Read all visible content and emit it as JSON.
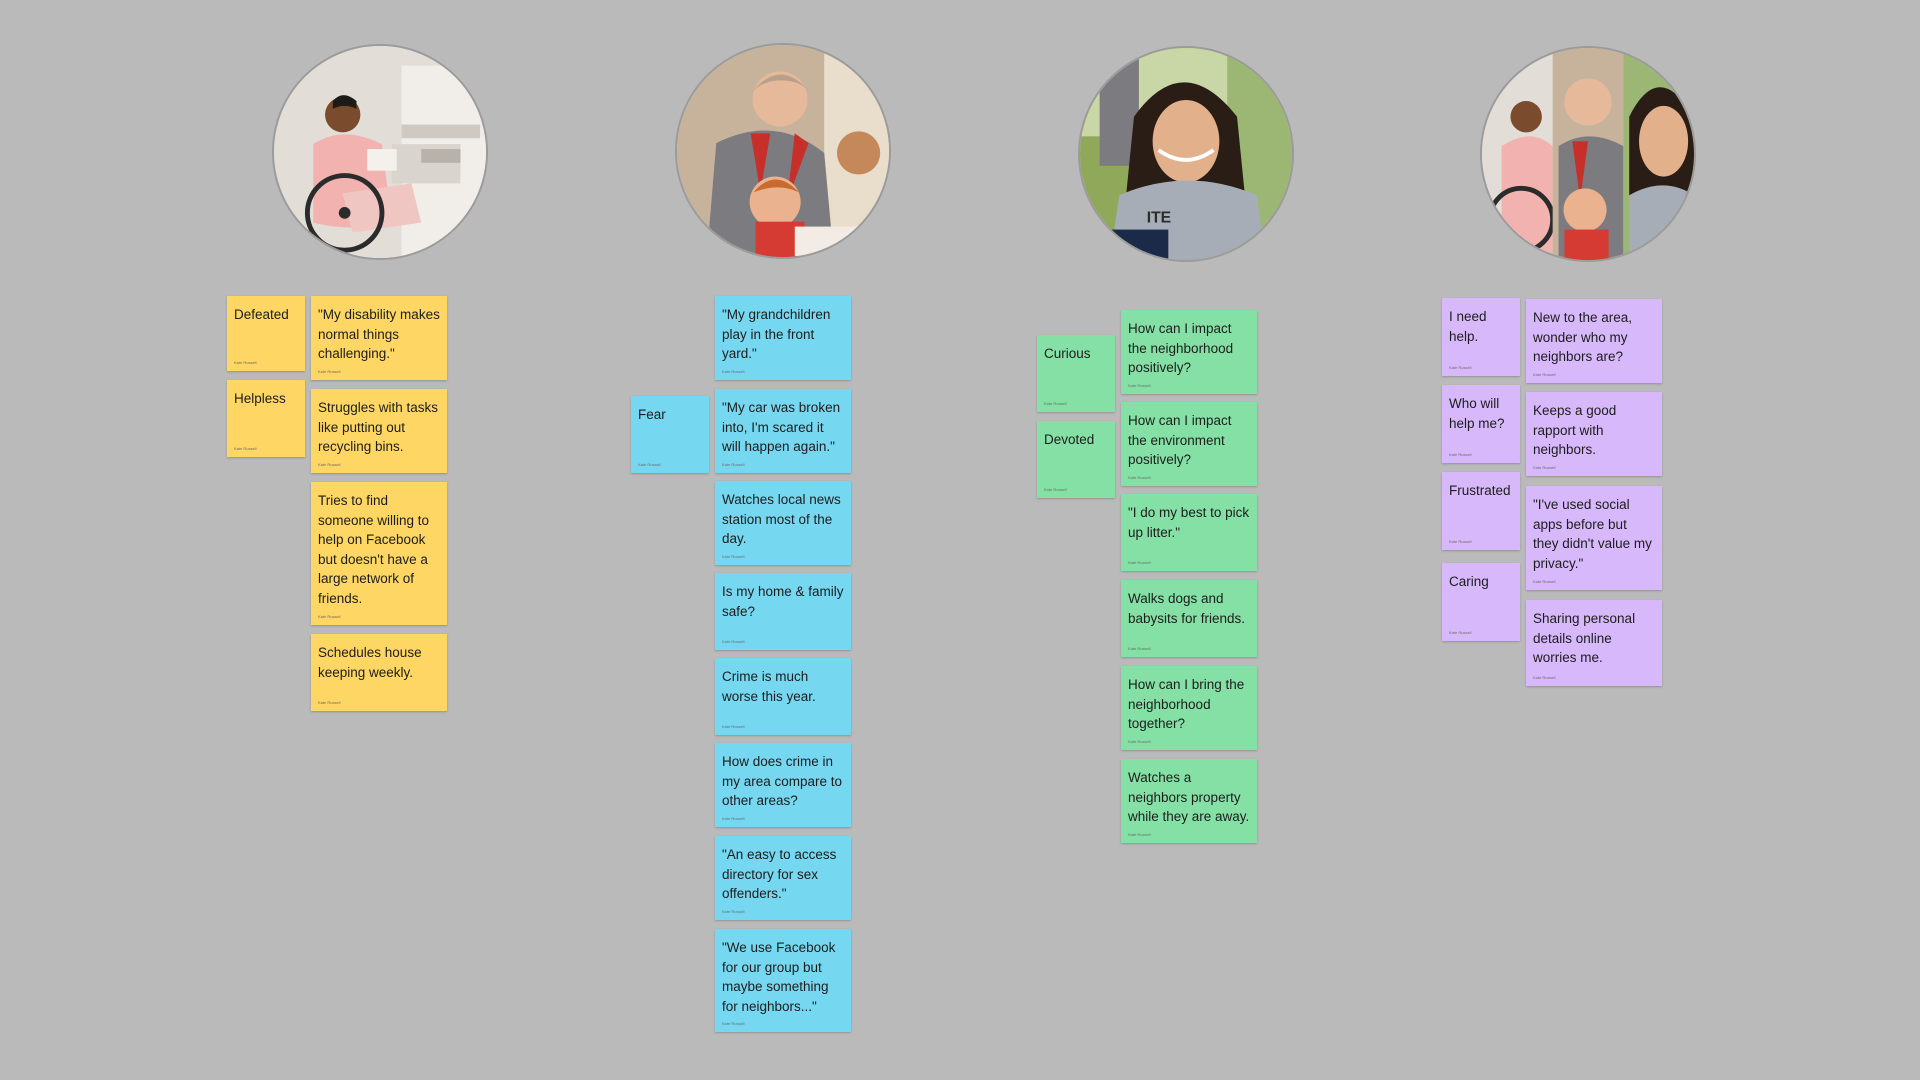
{
  "colors": {
    "background": "#bababa",
    "yellow": "#fdd663",
    "blue": "#76d7f0",
    "green": "#84e0a4",
    "purple": "#d7b8fb"
  },
  "author": "Kate Russell",
  "personas": [
    {
      "photo": "man-in-wheelchair-photo",
      "feelings": [
        "Defeated",
        "Helpless"
      ],
      "notes": [
        "\"My disability makes normal things challenging.\"",
        "Struggles with tasks like putting out recycling bins.",
        "Tries to find someone willing to help on Facebook but doesn't have a large network of friends.",
        "Schedules house keeping weekly."
      ]
    },
    {
      "photo": "grandmother-with-child-photo",
      "feelings": [
        "Fear"
      ],
      "notes": [
        "\"My grandchildren play in the front yard.\"",
        "\"My car was broken into, I'm scared it will happen again.\"",
        "Watches local news station most of the day.",
        "Is my home & family safe?",
        "Crime is much worse this year.",
        "How does crime in my area compare to other areas?",
        "\"An easy to access directory for sex offenders.\"",
        "\"We use Facebook for our group but maybe something for neighbors...\""
      ]
    },
    {
      "photo": "young-woman-volunteer-photo",
      "feelings": [
        "Curious",
        "Devoted"
      ],
      "notes": [
        "How can I impact the neighborhood positively?",
        "How can I impact the environment positively?",
        "\"I do my best to pick up litter.\"",
        "Walks dogs and babysits for friends.",
        "How can I bring the neighborhood together?",
        "Watches a neighbors property while they are away."
      ]
    },
    {
      "photo": "combined-personas-photo",
      "feelings": [
        "I need help.",
        "Who will help me?",
        "Frustrated",
        "Caring"
      ],
      "notes": [
        "New to the area, wonder who my neighbors are?",
        "Keeps a good rapport with neighbors.",
        "\"I've used social apps before but they didn't value my privacy.\"",
        "Sharing personal details online worries me."
      ]
    }
  ]
}
